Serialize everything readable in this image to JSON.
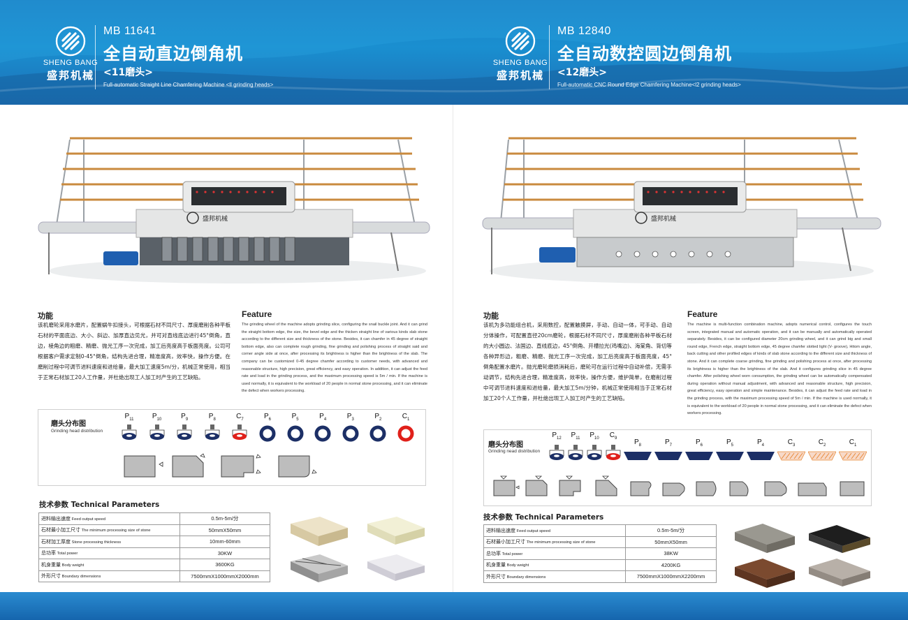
{
  "brand": {
    "name_en": "SHENG BANG",
    "name_cn": "盛邦机械"
  },
  "left": {
    "model": "MB 11641",
    "title_cn": "全自动直边倒角机",
    "heads_cn": "<11磨头>",
    "title_en": "Full-automatic Straight Line Chamfering Machine <ll grinding heads>",
    "func_title": "功能",
    "func_cn": "该机磨轮采用水磨片，配置蜗牛扣接头，可根据石材不同尺寸、厚度磨削各种平板石材的平面底边、大小、斜边、加厚直边见光，并可对直线底边进行45°倒角，直边，棱角边的粗磨、精磨、抛光工序一次完成，加工后亮度高于板面亮度。公司可根据客户需求定制0-45°倒角，结构先进合理，精准度高，效率快，操作方便。在磨削过程中可调节进料速度和进给量，最大加工速度5m/分，机械正常使用，相当于正常石材加工20人工作量，并杜绝出现工人加工时产生的工艺缺陷。",
    "feature_title": "Feature",
    "feature_en": "The grinding wheel of the machine adopts grinding slice, configuring the snail buckle joint. And it can grind the straight bottom edge, the size, the bevel edge and the thicken straight line of various kinds slab stone according to the different size and thickness of the stone. Besides, it can chamfer in 45 degree of straight bottom edge, also can complete rough grinding, fine grinding and polishing process of straight said and corner angle side at once, after processing its brightness is higher than the brightness of the slab. The company can be customized 0-45 degree chamfer according to customer needs, with advanced and reasonable structure, high precision, great efficiency, and easy operation. In addition, it can adjust the feed rate and load in the grinding process, and the maximum processing speed is 5m / min. If the machine is used normally, it is equivalent to the workload of 20 people in normal stone processing, and it can eliminate the defect when workers processing.",
    "dist_title_cn": "磨头分布图",
    "dist_title_en": "Grinding head distribution",
    "heads": [
      {
        "p": "P",
        "n": "11"
      },
      {
        "p": "P",
        "n": "10"
      },
      {
        "p": "P",
        "n": "9"
      },
      {
        "p": "P",
        "n": "8"
      },
      {
        "p": "C",
        "n": "7"
      },
      {
        "p": "P",
        "n": "6"
      },
      {
        "p": "P",
        "n": "5"
      },
      {
        "p": "P",
        "n": "4"
      },
      {
        "p": "P",
        "n": "3"
      },
      {
        "p": "P",
        "n": "2"
      },
      {
        "p": "C",
        "n": "1"
      }
    ],
    "tp_title": "技术参数 Technical Parameters",
    "params": [
      {
        "cn": "进料输出速度",
        "en": "Feed output speed",
        "v": "0.5m-5m/分"
      },
      {
        "cn": "石材最小加工尺寸",
        "en": "The minimum processing size of stone",
        "v": "50mmX50mm"
      },
      {
        "cn": "石材加工厚度",
        "en": "Stone processing thickness",
        "v": "10mm-60mm"
      },
      {
        "cn": "总功率",
        "en": "Total power",
        "v": "30KW"
      },
      {
        "cn": "机身重量",
        "en": "Body weight",
        "v": "3600KG"
      },
      {
        "cn": "外形尺寸",
        "en": "Boundary dimensions",
        "v": "7500mmX1000mmX2000mm"
      }
    ]
  },
  "right": {
    "model": "MB 12840",
    "title_cn": "全自动数控圆边倒角机",
    "heads_cn": "<12磨头>",
    "title_en": "Full-automatic CNC Round Edge Chamfering Machine<l2 grinding heads>",
    "func_title": "功能",
    "func_cn": "该机为多功能组合机，采用数控，配置触摸屏，手动、自动一体，可手动、自动分体操作，可配置直径20cm磨轮，根据石材不同尺寸，厚度磨削各种平板石材的大小圆边、法国边、直线底边，45°倒角、开槽拉光(鸡嘴边)、海棠角、背切等各种异形边，粗磨、精磨、抛光工序一次完成，加工后亮度高于板面亮度，45°倒角配置水磨片。抛光磨轮磨损消耗后，磨轮可在运行过程中自动补偿，无需手动调节，结构先进合理，精准度高，效率快，操作方便，维护简单，在磨削过程中可调节进料速度和进给量，最大加工5m/分钟，机械正常使用相当于正常石材加工20个人工作量，并杜绝出现工人加工时产生的工艺缺陷。",
    "feature_title": "Feature",
    "feature_en": "The machine is multi-function combination machine, adopts numerical control, configures the touch screen, integrated manual and automatic operation, and it can be manually and automatically operated separately. Besides, it can be configured diameter 20cm grinding wheel, and it can grind big and small round edge, French edge, straight bottom edge, 45 degree chamfer slotted light (V- groove), Hitom angle, back cutting and other profiled edges of kinds of slab stone according to the different size and thickness of stone. And it can complete coarse grinding, fine grinding and polishing process at once, after processing its brightness is higher than the brightness of the slab. And it configures grinding slice in 45 degree chamfer. After polishing wheel worn consumption, the grinding wheel can be automatically compensated during operation without manual adjustment, with advanced and reasonable structure, high precision, great efficiency, easy operation and simple maintenance. Besides, it can adjust the feed rate and load in the grinding process, with the maximum processing speed of 5m / min. If the machine is used normally, it is equivalent to the workload of 20 people in normal stone processing, and it can eliminate the defect when workers processing.",
    "dist_title_cn": "磨头分布图",
    "dist_title_en": "Grinding nead distribution",
    "heads": [
      {
        "p": "P",
        "n": "12"
      },
      {
        "p": "P",
        "n": "11"
      },
      {
        "p": "P",
        "n": "10"
      },
      {
        "p": "C",
        "n": "9"
      },
      {
        "p": "P",
        "n": "8"
      },
      {
        "p": "P",
        "n": "7"
      },
      {
        "p": "P",
        "n": "6"
      },
      {
        "p": "P",
        "n": "5"
      },
      {
        "p": "P",
        "n": "4"
      },
      {
        "p": "C",
        "n": "3"
      },
      {
        "p": "C",
        "n": "2"
      },
      {
        "p": "C",
        "n": "1"
      }
    ],
    "tp_title": "技术参数 Technical Parameters",
    "params": [
      {
        "cn": "进料输出速度",
        "en": "Feed output speed",
        "v": "0.5m-5m/分"
      },
      {
        "cn": "石材最小加工尺寸",
        "en": "The minimum processing size of stone",
        "v": "50mmX50mm"
      },
      {
        "cn": "总功率",
        "en": "Total power",
        "v": "38KW"
      },
      {
        "cn": "机身重量",
        "en": "Body weight",
        "v": "4200KG"
      },
      {
        "cn": "外形尺寸",
        "en": "Boundary dimensions",
        "v": "7500mmX1000mmX2200mm"
      }
    ]
  },
  "colors": {
    "header_blue": "#1a8fd0",
    "grind_navy": "#1c2f66",
    "chamfer_red": "#e0201a",
    "feed_orange": "#e88a3a"
  }
}
